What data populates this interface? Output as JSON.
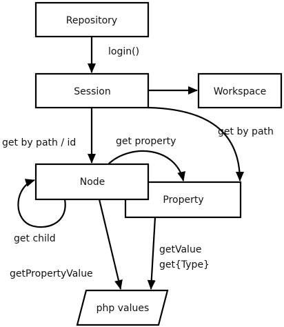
{
  "diagram": {
    "nodes": {
      "repository": "Repository",
      "session": "Session",
      "workspace": "Workspace",
      "node": "Node",
      "property": "Property",
      "php_values": "php values"
    },
    "edges": {
      "login": "login()",
      "get_by_path_id": "get by path / id",
      "get_property": "get property",
      "get_by_path": "get by path",
      "get_child": "get child",
      "get_property_value": "getPropertyValue",
      "get_value": "getValue",
      "get_type": "get{Type}"
    }
  }
}
